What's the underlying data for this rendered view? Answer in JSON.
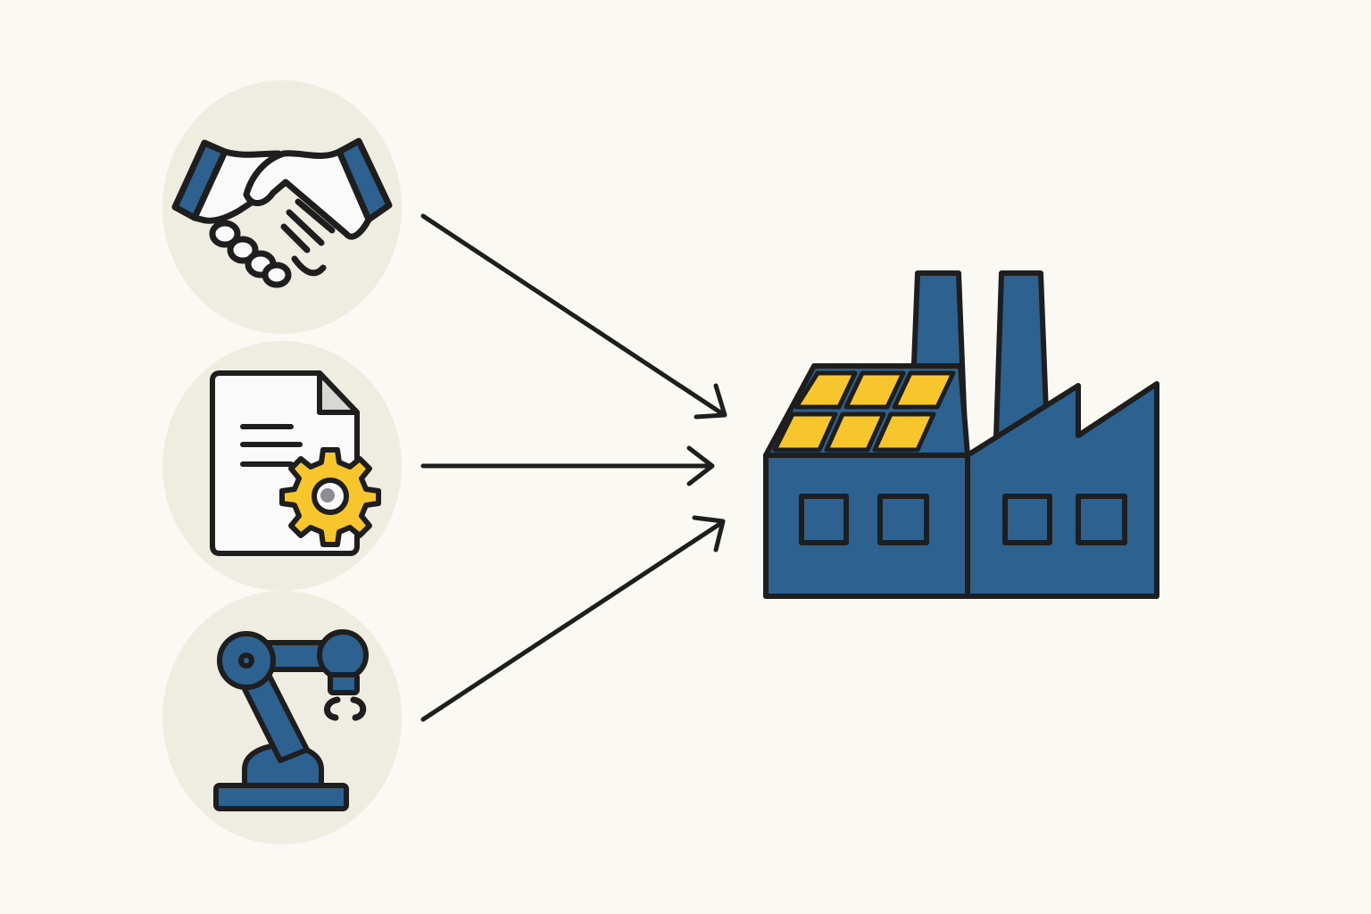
{
  "colors": {
    "background": "#fbf9f4",
    "circle_fill": "#efece1",
    "outline": "#1e1e1e",
    "primary_blue": "#2d6290",
    "solar_yellow": "#f7c52c",
    "paper_white": "#fafafa",
    "paper_fold": "#d8d8d2",
    "arrow": "#1e1e1e"
  },
  "nodes": [
    {
      "id": "partnership",
      "icon": "handshake-icon"
    },
    {
      "id": "process",
      "icon": "document-gear-icon"
    },
    {
      "id": "automation",
      "icon": "robot-arm-icon"
    }
  ],
  "target": {
    "id": "factory",
    "icon": "solar-factory-icon"
  },
  "edges": [
    {
      "from": "partnership",
      "to": "factory"
    },
    {
      "from": "process",
      "to": "factory"
    },
    {
      "from": "automation",
      "to": "factory"
    }
  ]
}
